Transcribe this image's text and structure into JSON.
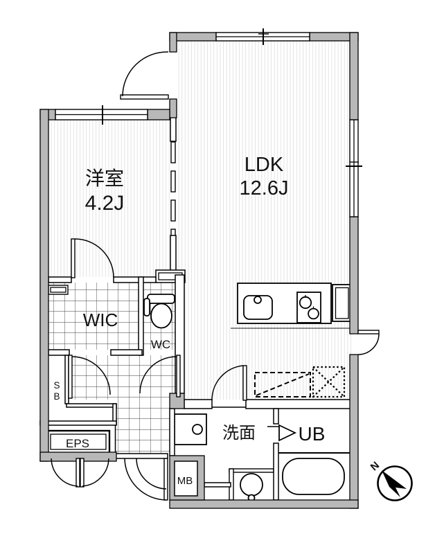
{
  "rooms": {
    "ldk": {
      "label": "LDK",
      "area": "12.6J"
    },
    "western_room": {
      "label": "洋室",
      "area": "4.2J"
    },
    "wic": {
      "label": "WIC"
    },
    "wc": {
      "label": "WC"
    },
    "washroom": {
      "label": "洗面"
    },
    "unit_bath": {
      "label": "UB"
    },
    "eps": {
      "label": "EPS"
    },
    "meter_box": {
      "label": "MB"
    },
    "shoe_box": {
      "line1": "S",
      "line2": "B"
    }
  },
  "compass": {
    "north_label": "N"
  },
  "colors": {
    "wall_fill": "#b8b8b8",
    "line": "#000000",
    "floor_stripe": "#e3e3e3",
    "tile_line": "#3a3a3a",
    "bg": "#ffffff"
  }
}
